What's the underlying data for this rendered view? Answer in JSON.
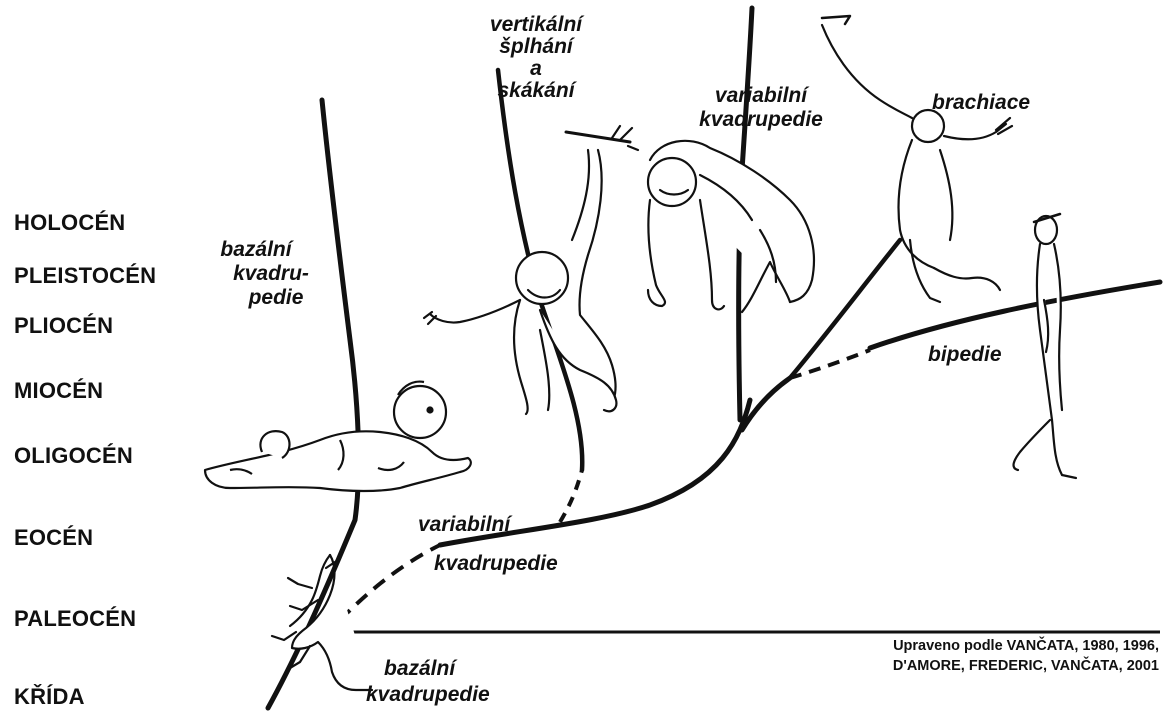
{
  "eras": {
    "holocen": "HOLOCÉN",
    "pleistocen": "PLEISTOCÉN",
    "pliocen": "PLIOCÉN",
    "miocen": "MIOCÉN",
    "oligocen": "OLIGOCÉN",
    "eocen": "EOCÉN",
    "paleocen": "PALEOCÉN",
    "krida": "KŘÍDA"
  },
  "labels": {
    "bazalni_top": [
      "bazální",
      "kvadru-",
      "pedie"
    ],
    "vertikalni": [
      "vertikální",
      "šplhání",
      "a",
      "skákání"
    ],
    "variabilni_top": [
      "variabilní",
      "kvadrupedie"
    ],
    "brachiace": "brachiace",
    "bipedie": "bipedie",
    "variabilni_mid": "variabilní",
    "kvadrupedie_mid": "kvadrupedie",
    "bazalni_bottom": [
      "bazální",
      "kvadrupedie"
    ]
  },
  "credit": [
    "Upraveno podle VANČATA, 1980, 1996,",
    "D'AMORE, FREDERIC, VANČATA, 2001"
  ],
  "colors": {
    "ink": "#111111",
    "background": "#ffffff"
  },
  "illustrations": [
    "infant-crawling",
    "lizard",
    "orangutan-hanging",
    "gorilla",
    "gibbon-brachiating",
    "human-walking"
  ]
}
